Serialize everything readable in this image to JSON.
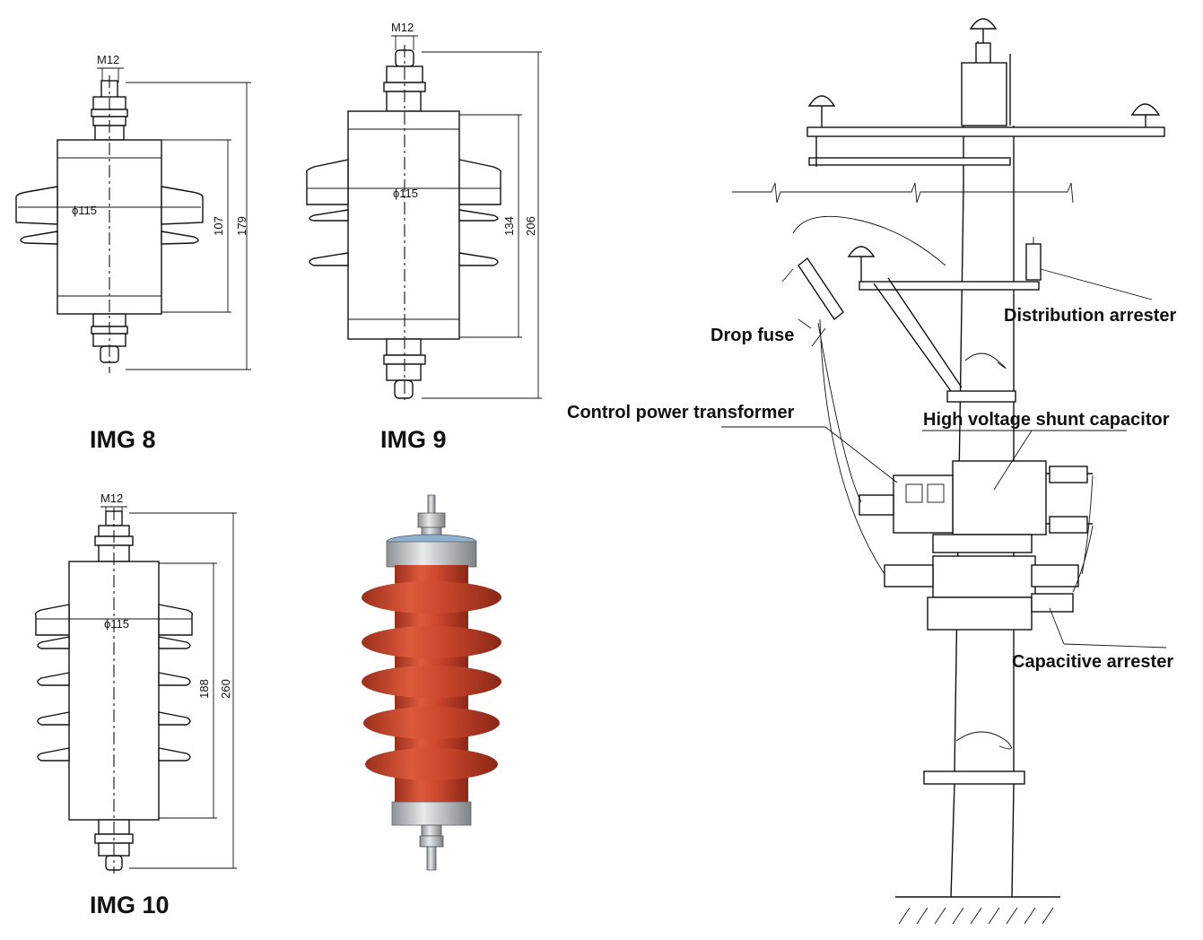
{
  "drawings": [
    {
      "caption": "IMG 8",
      "thread": "M12",
      "diameter": "ϕ115",
      "dims": [
        "107",
        "179"
      ]
    },
    {
      "caption": "IMG 9",
      "thread": "M12",
      "diameter": "ϕ115",
      "dims": [
        "134",
        "206"
      ]
    },
    {
      "caption": "IMG 10",
      "thread": "M12",
      "diameter": "ϕ115",
      "dims": [
        "188",
        "260"
      ]
    }
  ],
  "photo": {
    "body_color": "#c9452c",
    "metal_color": "#c4c8cc",
    "cap_color": "#8fb1cf"
  },
  "pole_labels": {
    "drop_fuse": "Drop fuse",
    "distribution_arrester": "Distribution arrester",
    "control_power_transformer": "Control power transformer",
    "high_voltage_shunt_capacitor": "High voltage shunt capacitor",
    "capacitive_arrester": "Capacitive arrester"
  }
}
